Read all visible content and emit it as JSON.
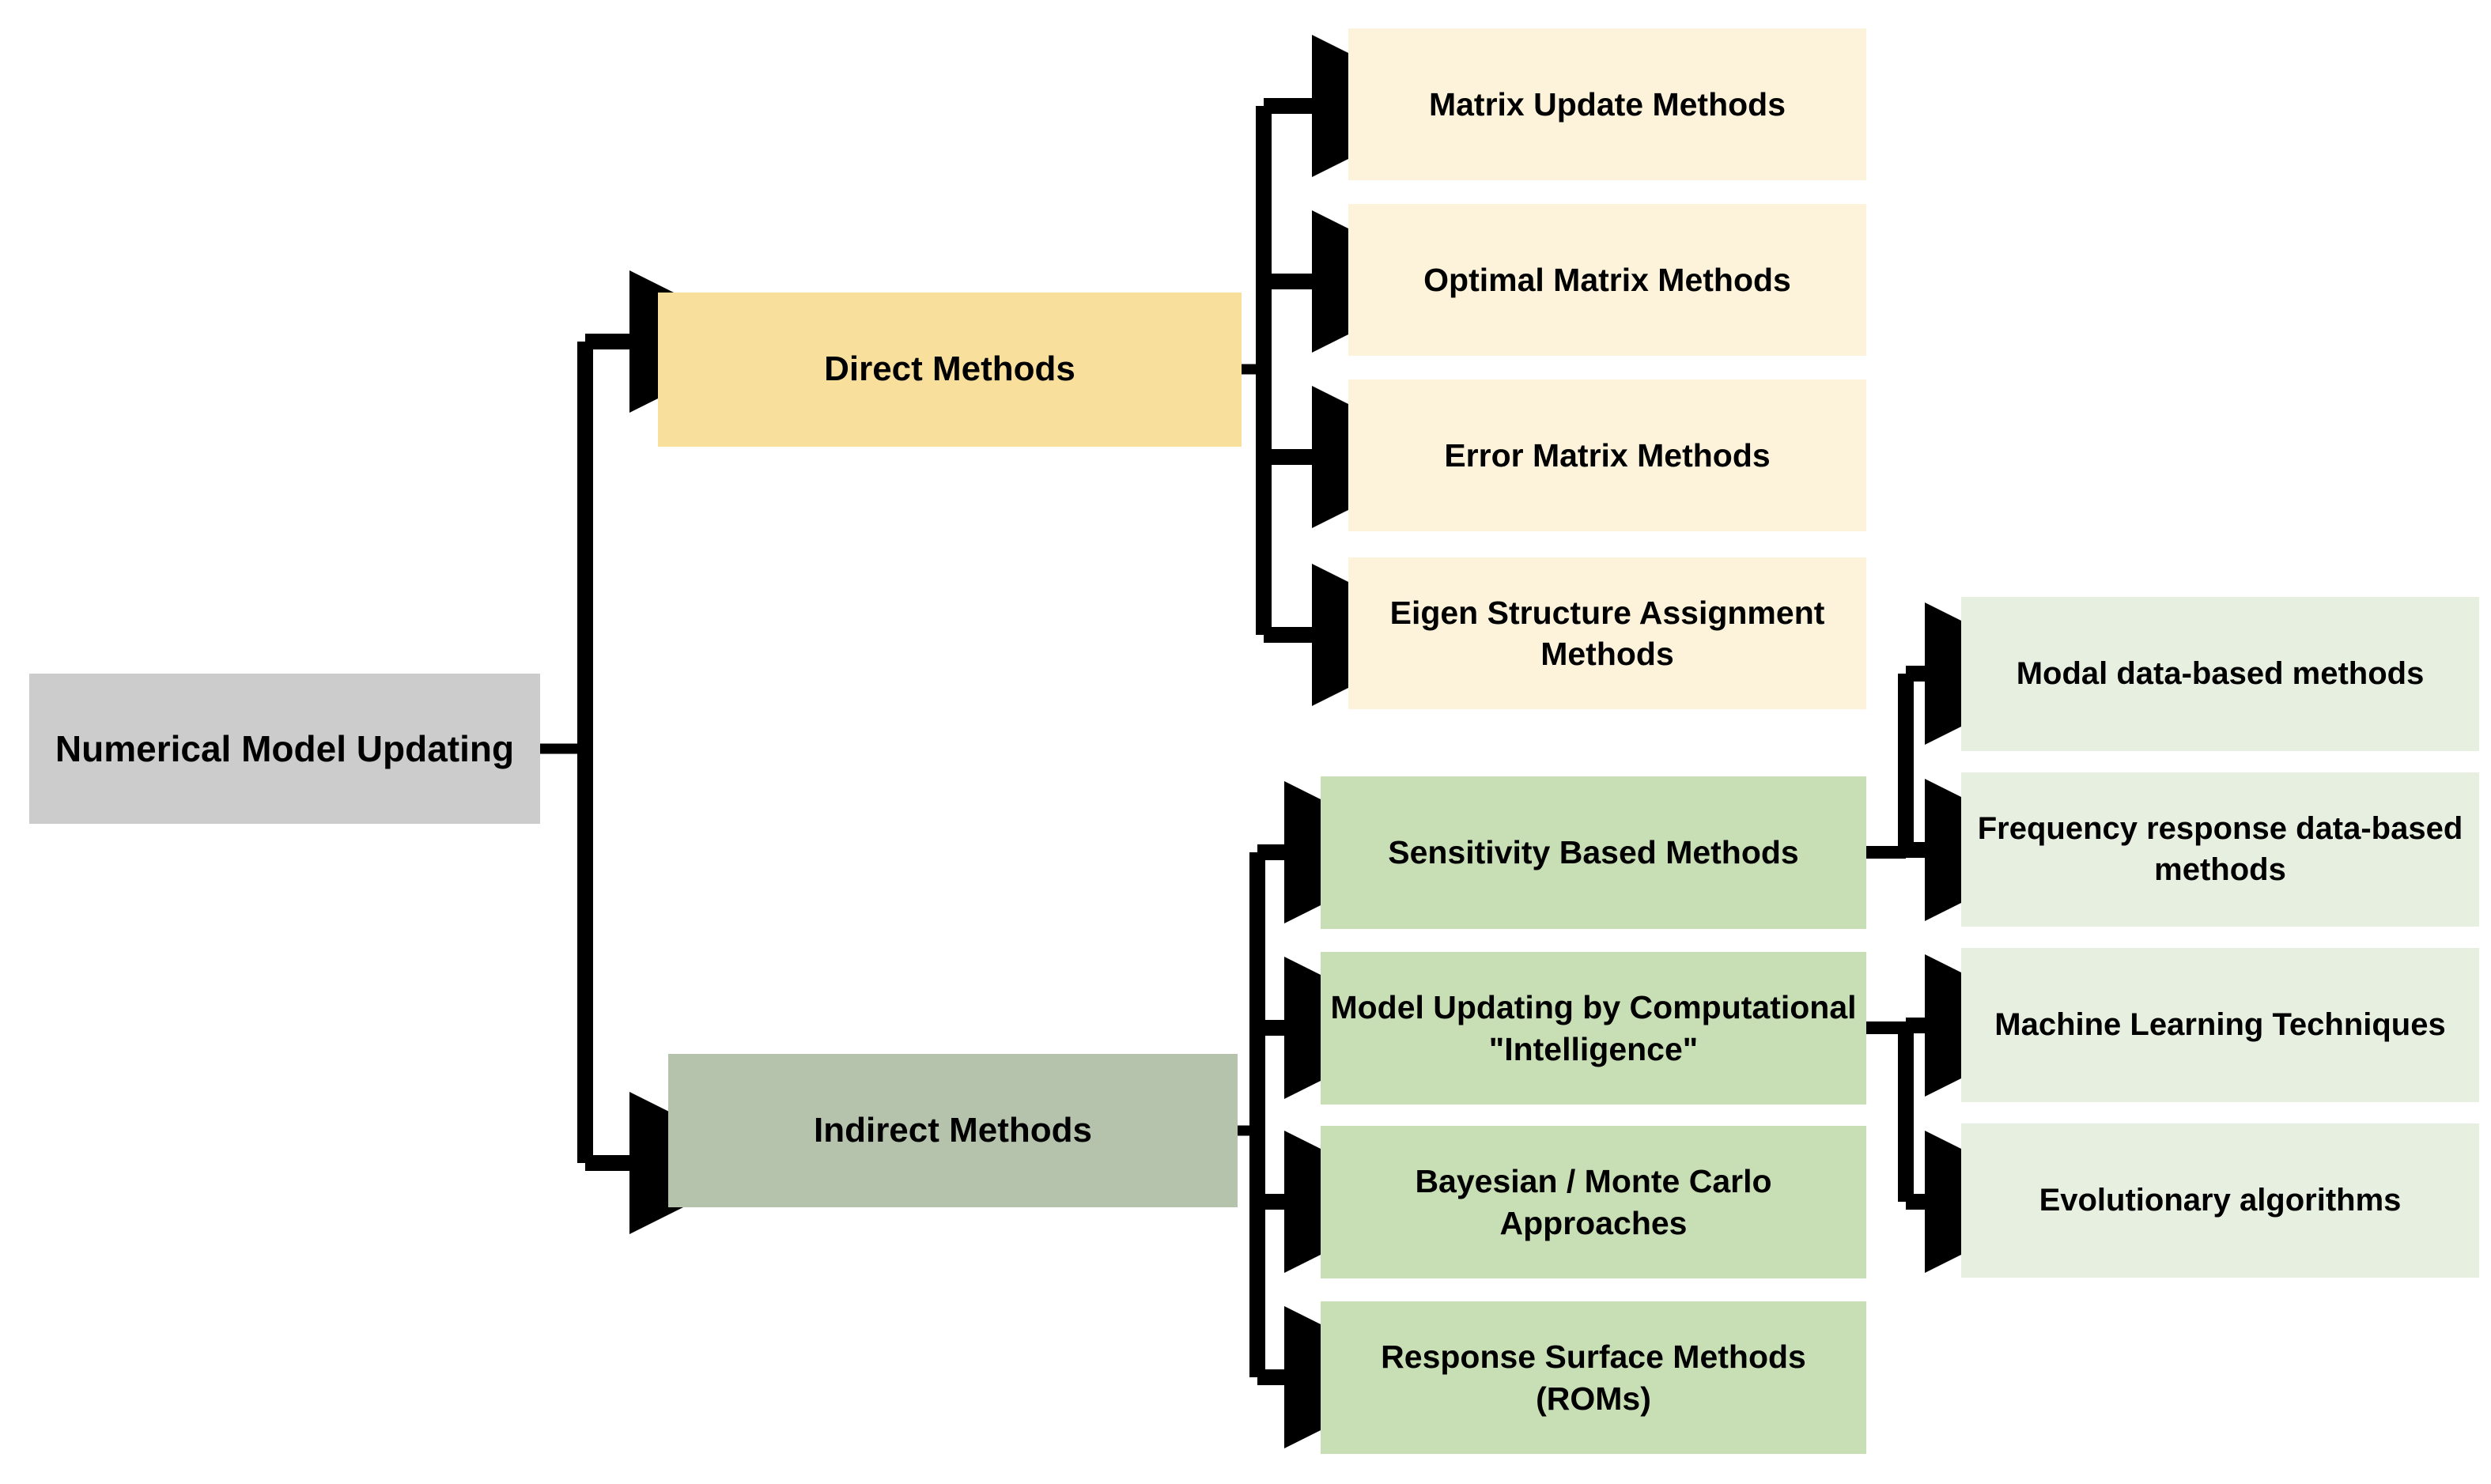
{
  "diagram": {
    "title": "Numerical Model Updating classification",
    "colors": {
      "root_fill": "#CCCCCC",
      "direct_fill": "#F8DF9B",
      "direct_child_fill": "#FDF3DB",
      "indirect_fill": "#B5C3AC",
      "indirect_child_fill": "#C8DFB6",
      "leaf_fill": "#E7F0E0",
      "connector": "#000000",
      "text": "#000000",
      "background": "#FFFFFF"
    },
    "root": {
      "label": "Numerical Model Updating"
    },
    "branches": [
      {
        "label": "Direct Methods",
        "children": [
          {
            "label": "Matrix Update Methods"
          },
          {
            "label": "Optimal Matrix Methods"
          },
          {
            "label": "Error Matrix Methods"
          },
          {
            "label": "Eigen Structure Assignment Methods"
          }
        ]
      },
      {
        "label": "Indirect Methods",
        "children": [
          {
            "label": "Sensitivity Based Methods",
            "children": [
              {
                "label": "Modal data-based methods"
              },
              {
                "label": "Frequency response data-based methods"
              }
            ]
          },
          {
            "label": "Model Updating by Computational \"Intelligence\"",
            "children": [
              {
                "label": "Machine Learning Techniques"
              },
              {
                "label": "Evolutionary algorithms"
              }
            ]
          },
          {
            "label": "Bayesian / Monte Carlo Approaches",
            "children": []
          },
          {
            "label": "Response Surface Methods (ROMs)",
            "children": []
          }
        ]
      }
    ]
  }
}
